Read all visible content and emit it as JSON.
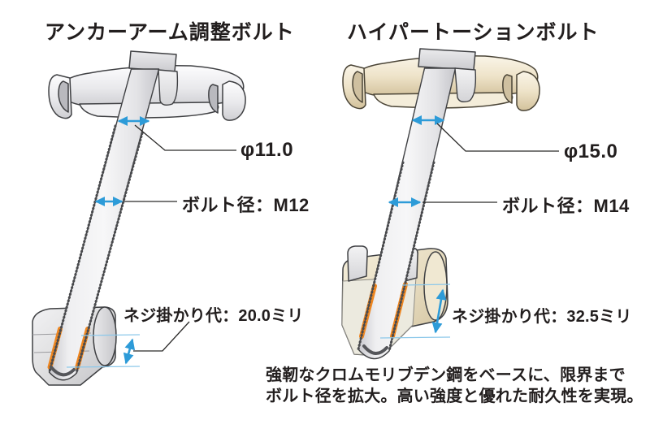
{
  "colors": {
    "arrow_blue": "#2d9bd8",
    "guide_blue": "#8cc8ea",
    "thread_orange": "#ee8620",
    "outline_gray": "#3f4043",
    "text_black": "#221e1e",
    "left_metal_light": "#f7f7f8",
    "left_metal_dark": "#c6c6cb",
    "right_metal_light": "#f6efdd",
    "right_metal_dark": "#d2c19c"
  },
  "left_diagram": {
    "title": "アンカーアーム調整ボルト",
    "diameter_label": "φ11.0",
    "bolt_size_label": "ボルト径：M12",
    "thread_engagement_label": "ネジ掛かり代：20.0ミリ"
  },
  "right_diagram": {
    "title": "ハイパートーションボルト",
    "diameter_label": "φ15.0",
    "bolt_size_label": "ボルト径：M14",
    "thread_engagement_label": "ネジ掛かり代：32.5ミリ"
  },
  "footnote": {
    "line1": "強靭なクロムモリブデン鋼をベースに、限界まで",
    "line2": "ボルト径を拡大。高い強度と優れた耐久性を実現。"
  }
}
